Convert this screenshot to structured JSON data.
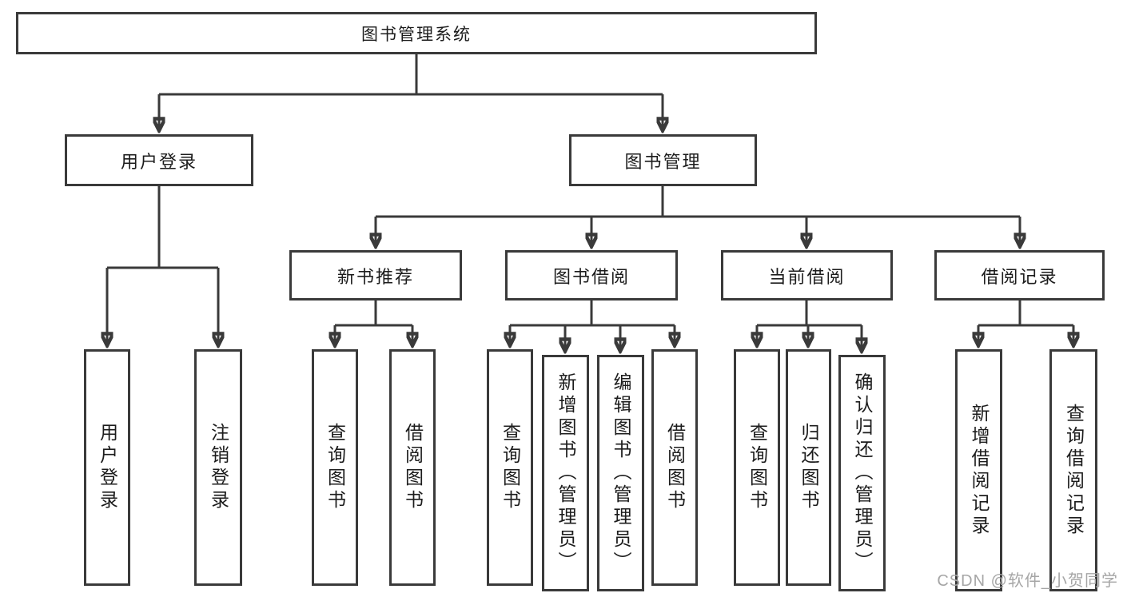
{
  "nodes": {
    "root": {
      "label": "图书管理系统"
    },
    "user_login_group": {
      "label": "用户登录"
    },
    "book_mgmt_group": {
      "label": "图书管理"
    },
    "new_books": {
      "label": "新书推荐"
    },
    "book_borrow": {
      "label": "图书借阅"
    },
    "current_borrow": {
      "label": "当前借阅"
    },
    "borrow_records": {
      "label": "借阅记录"
    },
    "leaves": {
      "user_login": {
        "label": "用户登录"
      },
      "logout": {
        "label": "注销登录"
      },
      "nb_query_books": {
        "label": "查询图书"
      },
      "nb_borrow_books": {
        "label": "借阅图书"
      },
      "bb_query_books": {
        "label": "查询图书"
      },
      "bb_add_books": {
        "label": "新增图书（管理员）"
      },
      "bb_edit_books": {
        "label": "编辑图书（管理员）"
      },
      "bb_borrow_books": {
        "label": "借阅图书"
      },
      "cb_query_books": {
        "label": "查询图书"
      },
      "cb_return_books": {
        "label": "归还图书"
      },
      "cb_confirm_return": {
        "label": "确认归还（管理员）"
      },
      "br_add_record": {
        "label": "新增借阅记录"
      },
      "br_query_record": {
        "label": "查询借阅记录"
      }
    }
  },
  "watermark": {
    "text": "CSDN @软件_小贺同学"
  },
  "colors": {
    "line": "#3a3a3a",
    "text": "#1c1c1c",
    "watermark": "#a6a6a6",
    "background": "#ffffff"
  }
}
